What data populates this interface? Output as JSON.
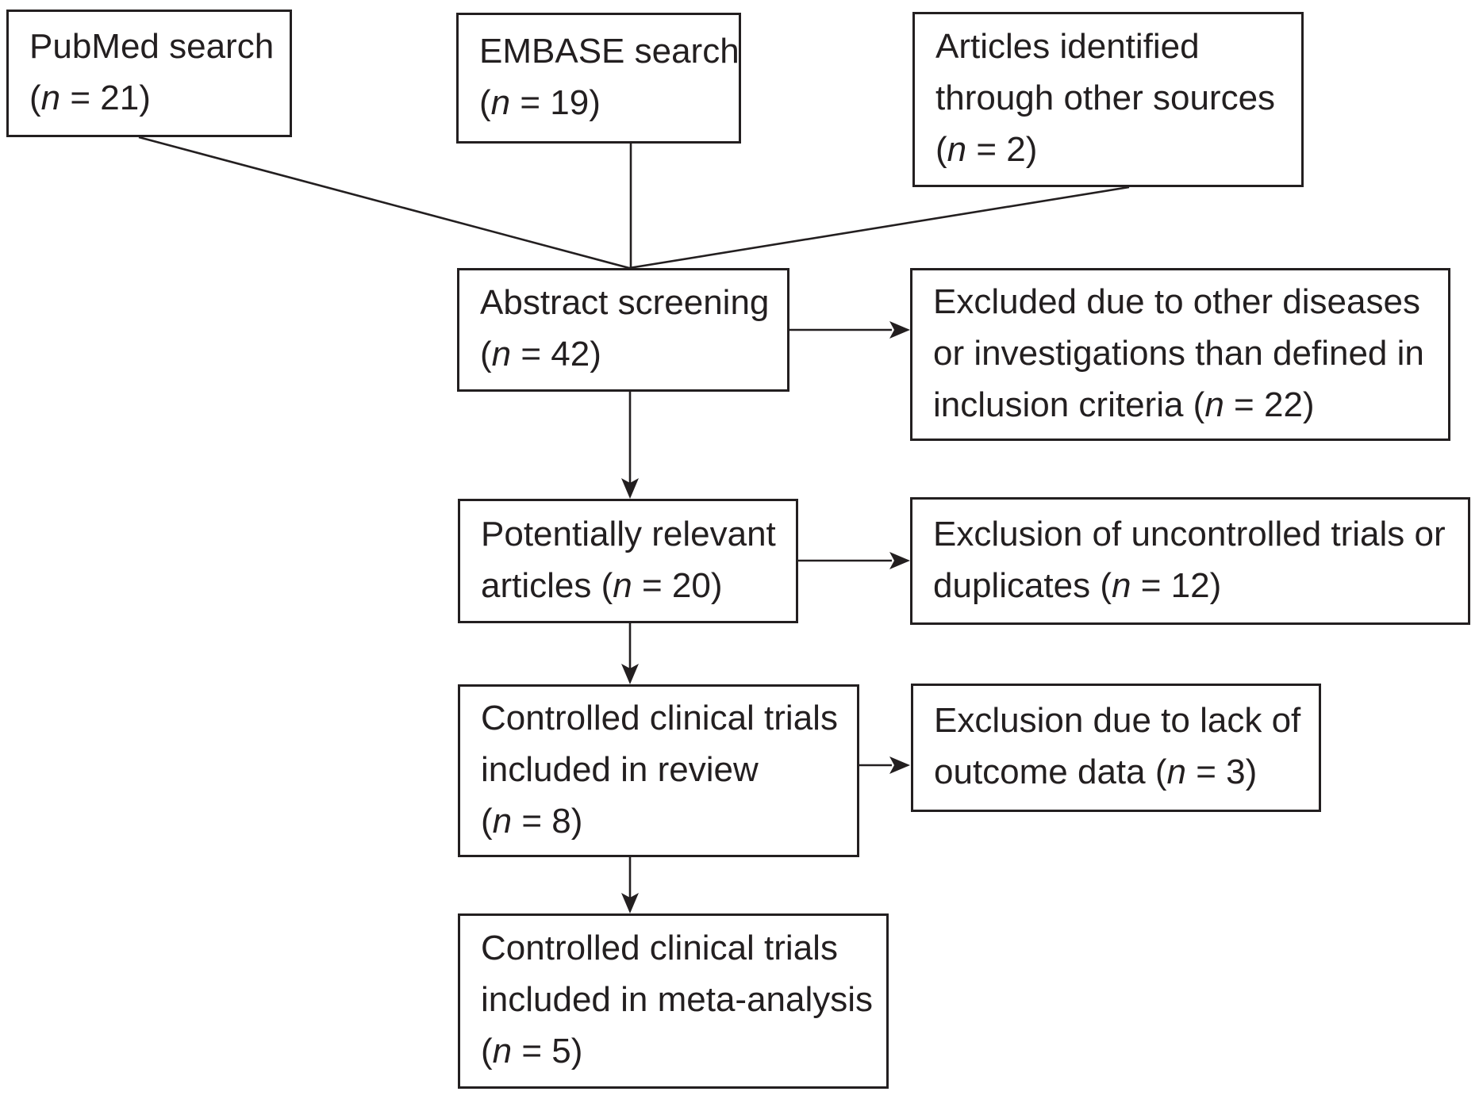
{
  "figure": {
    "background_color": "#ffffff",
    "ink_color": "#231f20"
  },
  "boxes": [
    {
      "id": "pubmed-search",
      "lines": [
        [
          {
            "t": "PubMed search"
          }
        ],
        [
          {
            "t": "("
          },
          {
            "t": "n",
            "i": true
          },
          {
            "t": " = 21)"
          }
        ]
      ]
    },
    {
      "id": "embase-search",
      "lines": [
        [
          {
            "t": "EMBASE search"
          }
        ],
        [
          {
            "t": "("
          },
          {
            "t": "n",
            "i": true
          },
          {
            "t": " = 19)"
          }
        ]
      ]
    },
    {
      "id": "articles-other-sources",
      "lines": [
        [
          {
            "t": "Articles identified"
          }
        ],
        [
          {
            "t": "through other sources"
          }
        ],
        [
          {
            "t": "("
          },
          {
            "t": "n",
            "i": true
          },
          {
            "t": " = 2)"
          }
        ]
      ]
    },
    {
      "id": "abstract-screening",
      "lines": [
        [
          {
            "t": "Abstract screening"
          }
        ],
        [
          {
            "t": "("
          },
          {
            "t": "n",
            "i": true
          },
          {
            "t": " = 42)"
          }
        ]
      ]
    },
    {
      "id": "excluded-other-diseases",
      "lines": [
        [
          {
            "t": "Excluded due to other diseases"
          }
        ],
        [
          {
            "t": "or investigations than defined in"
          }
        ],
        [
          {
            "t": "inclusion criteria ("
          },
          {
            "t": "n",
            "i": true
          },
          {
            "t": " = 22)"
          }
        ]
      ]
    },
    {
      "id": "potentially-relevant-articles",
      "lines": [
        [
          {
            "t": "Potentially relevant"
          }
        ],
        [
          {
            "t": "articles ("
          },
          {
            "t": "n",
            "i": true
          },
          {
            "t": " = 20)"
          }
        ]
      ]
    },
    {
      "id": "exclusion-uncontrolled-duplicates",
      "lines": [
        [
          {
            "t": "Exclusion of uncontrolled trials or"
          }
        ],
        [
          {
            "t": "duplicates ("
          },
          {
            "t": "n",
            "i": true
          },
          {
            "t": " = 12)"
          }
        ]
      ]
    },
    {
      "id": "controlled-trials-review",
      "lines": [
        [
          {
            "t": "Controlled clinical trials"
          }
        ],
        [
          {
            "t": "included in review"
          }
        ],
        [
          {
            "t": "("
          },
          {
            "t": "n",
            "i": true
          },
          {
            "t": " = 8)"
          }
        ]
      ]
    },
    {
      "id": "exclusion-lack-outcome-data",
      "lines": [
        [
          {
            "t": "Exclusion due to lack of"
          }
        ],
        [
          {
            "t": "outcome data ("
          },
          {
            "t": "n",
            "i": true
          },
          {
            "t": " = 3)"
          }
        ]
      ]
    },
    {
      "id": "controlled-trials-meta-analysis",
      "lines": [
        [
          {
            "t": "Controlled clinical trials"
          }
        ],
        [
          {
            "t": "included in meta-analysis"
          }
        ],
        [
          {
            "t": "("
          },
          {
            "t": "n",
            "i": true
          },
          {
            "t": " = 5)"
          }
        ]
      ]
    }
  ],
  "connectors": [
    {
      "from": "pubmed-search",
      "to": "abstract-screening",
      "arrowhead": false
    },
    {
      "from": "embase-search",
      "to": "abstract-screening",
      "arrowhead": false
    },
    {
      "from": "articles-other-sources",
      "to": "abstract-screening",
      "arrowhead": false
    },
    {
      "from": "abstract-screening",
      "to": "excluded-other-diseases",
      "arrowhead": true
    },
    {
      "from": "abstract-screening",
      "to": "potentially-relevant-articles",
      "arrowhead": true
    },
    {
      "from": "potentially-relevant-articles",
      "to": "exclusion-uncontrolled-duplicates",
      "arrowhead": true
    },
    {
      "from": "potentially-relevant-articles",
      "to": "controlled-trials-review",
      "arrowhead": true
    },
    {
      "from": "controlled-trials-review",
      "to": "exclusion-lack-outcome-data",
      "arrowhead": true
    },
    {
      "from": "controlled-trials-review",
      "to": "controlled-trials-meta-analysis",
      "arrowhead": true
    }
  ]
}
